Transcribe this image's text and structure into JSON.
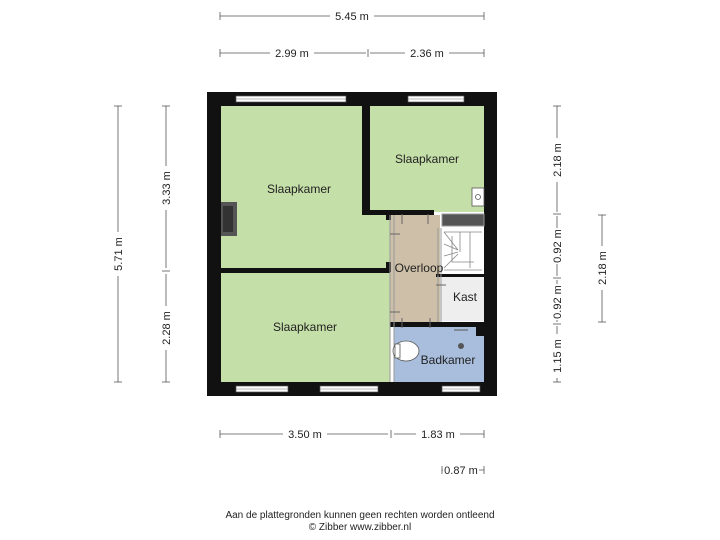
{
  "rooms": {
    "bedroom_top_left": "Slaapkamer",
    "bedroom_top_right": "Slaapkamer",
    "bedroom_bottom": "Slaapkamer",
    "landing": "Overloop",
    "closet": "Kast",
    "bathroom": "Badkamer"
  },
  "dimensions": {
    "total_width": "5.45 m",
    "top_left_width": "2.99 m",
    "top_right_width": "2.36 m",
    "bottom_left_width": "3.50 m",
    "bottom_right_width": "1.83 m",
    "bottom_small_width": "0.87 m",
    "total_height": "5.71 m",
    "upper_left_height": "3.33 m",
    "lower_left_height": "2.28 m",
    "right_height_top": "2.18 m",
    "right_height_mid": "0.92 m",
    "right_height_mid2": "0.92 m",
    "right_height_bottom": "1.15 m",
    "far_right_height": "2.18 m"
  },
  "footer": {
    "disclaimer": "Aan de plattegronden kunnen geen rechten worden ontleend",
    "credit": "© Zibber www.zibber.nl"
  },
  "colors": {
    "wall": "#111111",
    "bedroom": "#c5dfa8",
    "landing": "#cdbfa8",
    "bathroom": "#a9bedd",
    "closet": "#eeeeee",
    "dimension_line": "#555555"
  }
}
